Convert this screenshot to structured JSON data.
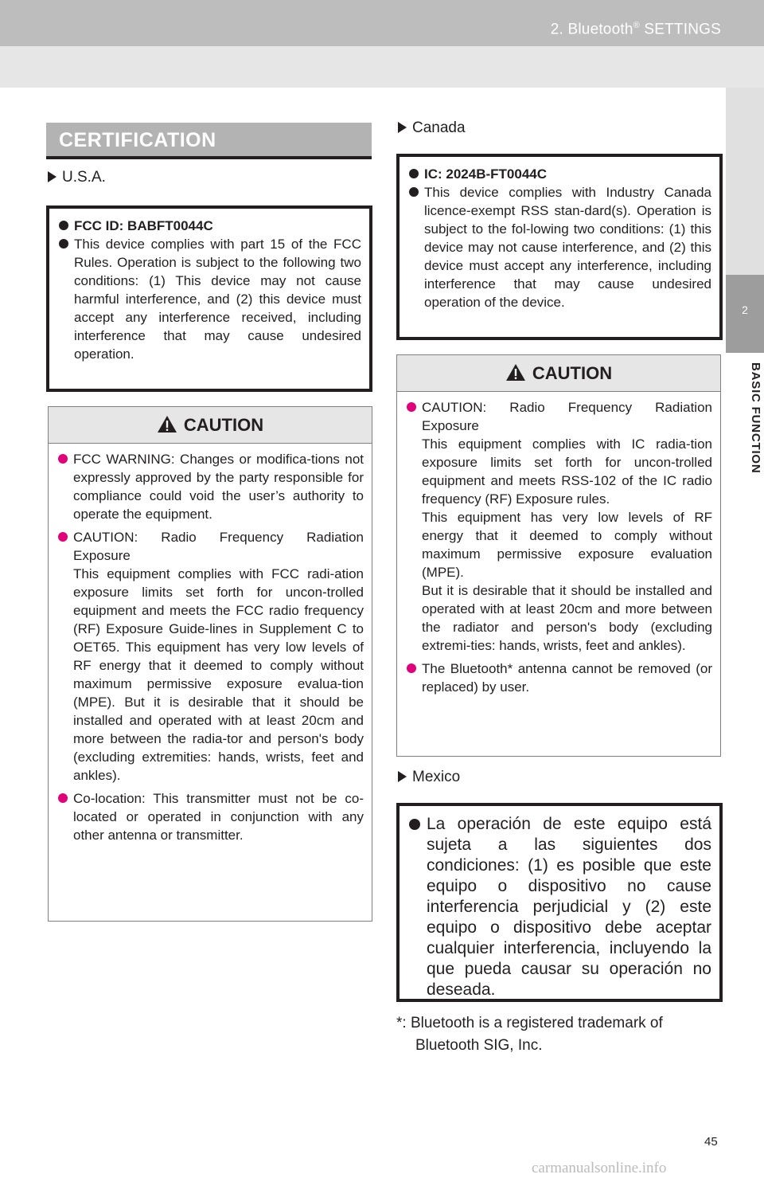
{
  "header": {
    "title_prefix": "2. Bluetooth",
    "title_sup": "®",
    "title_suffix": " SETTINGS"
  },
  "side_tab": {
    "number": "2",
    "label": "BASIC FUNCTION"
  },
  "section_title": "CERTIFICATION",
  "usa": {
    "label": "U.S.A.",
    "fcc_items": [
      "FCC ID: BABFT0044C",
      "This device complies with part 15 of the FCC Rules. Operation is subject to the following two conditions: (1) This device may not cause harmful interference, and (2) this device must accept any interference received, including interference that may cause undesired operation."
    ],
    "caution": {
      "title": "CAUTION",
      "items": [
        [
          "FCC WARNING: Changes or modifica-tions not expressly approved by the party responsible for compliance could void the user’s authority to operate the equipment."
        ],
        [
          "CAUTION: Radio Frequency Radiation Exposure",
          "This equipment complies with FCC radi-ation exposure limits set forth for uncon-trolled equipment and meets the FCC radio frequency (RF) Exposure Guide-lines in Supplement C to OET65. This equipment has very low levels of RF energy that it deemed to comply without maximum permissive exposure evalua-tion (MPE). But it is desirable that it should be installed and operated with at least 20cm and more between the radia-tor and person's body (excluding extremities: hands, wrists, feet and ankles)."
        ],
        [
          "Co-location: This transmitter must not be co-located or operated in conjunction with any other antenna or transmitter."
        ]
      ]
    }
  },
  "canada": {
    "label": "Canada",
    "ic_items": [
      "IC: 2024B-FT0044C",
      "This device complies with Industry Canada licence-exempt RSS stan-dard(s). Operation is subject to the fol-lowing two conditions: (1) this device may not cause interference, and (2) this device must accept any interference, including interference that may cause undesired operation of the device."
    ],
    "caution": {
      "title": "CAUTION",
      "items": [
        [
          "CAUTION: Radio Frequency Radiation Exposure",
          "This equipment complies with IC radia-tion exposure limits set forth for uncon-trolled equipment and meets RSS-102 of the IC radio frequency (RF) Exposure rules.",
          "This equipment has very low levels of RF energy that it deemed to comply without maximum permissive exposure evaluation (MPE).",
          "But it is desirable that it should be installed and operated with at least 20cm and more between the radiator and person's body (excluding extremi-ties: hands, wrists, feet and ankles)."
        ],
        [
          "The Bluetooth* antenna cannot be removed (or replaced) by user."
        ]
      ]
    }
  },
  "mexico": {
    "label": "Mexico",
    "text": "La operación de este equipo está sujeta a las siguientes dos condiciones: (1) es posible que este equipo o dispositivo no cause interferencia perjudicial y (2) este equipo o dispositivo debe aceptar cualquier interferencia, incluyendo la que pueda causar su operación no deseada."
  },
  "footnote": {
    "line1": "*: Bluetooth is a registered trademark of",
    "line2": "Bluetooth SIG, Inc."
  },
  "page_number": "45",
  "watermark": "carmanualsonline.info"
}
